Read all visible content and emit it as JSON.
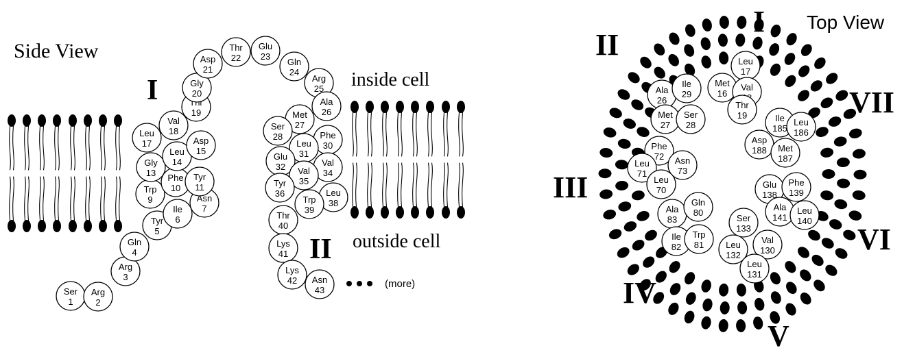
{
  "labels": {
    "side_view": "Side View",
    "top_view": "Top View",
    "inside_cell": "inside cell",
    "outside_cell": "outside cell",
    "more": "(more)"
  },
  "side_view": {
    "helix_labels": [
      "I",
      "II"
    ],
    "residues": [
      {
        "name": "Ser",
        "num": "1"
      },
      {
        "name": "Arg",
        "num": "2"
      },
      {
        "name": "Arg",
        "num": "3"
      },
      {
        "name": "Gln",
        "num": "4"
      },
      {
        "name": "Tyr",
        "num": "5"
      },
      {
        "name": "Ile",
        "num": "6"
      },
      {
        "name": "Asn",
        "num": "7"
      },
      {
        "name": "Trp",
        "num": "9"
      },
      {
        "name": "Phe",
        "num": "10"
      },
      {
        "name": "Tyr",
        "num": "11"
      },
      {
        "name": "Gly",
        "num": "13"
      },
      {
        "name": "Leu",
        "num": "14"
      },
      {
        "name": "Asp",
        "num": "15"
      },
      {
        "name": "Leu",
        "num": "17"
      },
      {
        "name": "Val",
        "num": "18"
      },
      {
        "name": "Thr",
        "num": "19"
      },
      {
        "name": "Gly",
        "num": "20"
      },
      {
        "name": "Asp",
        "num": "21"
      },
      {
        "name": "Thr",
        "num": "22"
      },
      {
        "name": "Glu",
        "num": "23"
      },
      {
        "name": "Gln",
        "num": "24"
      },
      {
        "name": "Arg",
        "num": "25"
      },
      {
        "name": "Ala",
        "num": "26"
      },
      {
        "name": "Met",
        "num": "27"
      },
      {
        "name": "Ser",
        "num": "28"
      },
      {
        "name": "Phe",
        "num": "30"
      },
      {
        "name": "Leu",
        "num": "31"
      },
      {
        "name": "Glu",
        "num": "32"
      },
      {
        "name": "Val",
        "num": "34"
      },
      {
        "name": "Val",
        "num": "35"
      },
      {
        "name": "Tyr",
        "num": "36"
      },
      {
        "name": "Leu",
        "num": "38"
      },
      {
        "name": "Trp",
        "num": "39"
      },
      {
        "name": "Thr",
        "num": "40"
      },
      {
        "name": "Lys",
        "num": "41"
      },
      {
        "name": "Lys",
        "num": "42"
      },
      {
        "name": "Asn",
        "num": "43"
      }
    ]
  },
  "top_view": {
    "helix_labels": [
      "I",
      "II",
      "III",
      "IV",
      "V",
      "VI",
      "VII"
    ],
    "residues": [
      {
        "name": "Leu",
        "num": "17"
      },
      {
        "name": "Met",
        "num": "16"
      },
      {
        "name": "Val",
        "num": "18"
      },
      {
        "name": "Thr",
        "num": "19"
      },
      {
        "name": "Ala",
        "num": "26"
      },
      {
        "name": "Ile",
        "num": "29"
      },
      {
        "name": "Met",
        "num": "27"
      },
      {
        "name": "Ser",
        "num": "28"
      },
      {
        "name": "Ile",
        "num": "185"
      },
      {
        "name": "Leu",
        "num": "186"
      },
      {
        "name": "Asp",
        "num": "188"
      },
      {
        "name": "Met",
        "num": "187"
      },
      {
        "name": "Phe",
        "num": "72"
      },
      {
        "name": "Leu",
        "num": "71"
      },
      {
        "name": "Asn",
        "num": "73"
      },
      {
        "name": "Leu",
        "num": "70"
      },
      {
        "name": "Glu",
        "num": "138"
      },
      {
        "name": "Phe",
        "num": "139"
      },
      {
        "name": "Ala",
        "num": "141"
      },
      {
        "name": "Leu",
        "num": "140"
      },
      {
        "name": "Ala",
        "num": "83"
      },
      {
        "name": "Gln",
        "num": "80"
      },
      {
        "name": "Ile",
        "num": "82"
      },
      {
        "name": "Trp",
        "num": "81"
      },
      {
        "name": "Ser",
        "num": "133"
      },
      {
        "name": "Leu",
        "num": "132"
      },
      {
        "name": "Val",
        "num": "130"
      },
      {
        "name": "Leu",
        "num": "131"
      }
    ]
  }
}
